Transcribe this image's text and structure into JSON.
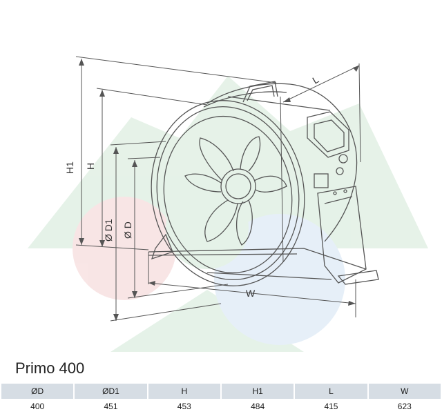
{
  "drawing": {
    "dimension_labels": {
      "h1": "H1",
      "h": "H",
      "d1": "Ø D1",
      "d": "Ø D",
      "l": "L",
      "w": "W"
    }
  },
  "model_title": "Primo 400",
  "specs": {
    "headers": [
      "ØD",
      "ØD1",
      "H",
      "H1",
      "L",
      "W"
    ],
    "values": [
      "400",
      "451",
      "453",
      "484",
      "415",
      "623"
    ]
  },
  "colors": {
    "line": "#555555",
    "watermark_green": "#e3f1e6",
    "watermark_red": "#f8e3e3",
    "watermark_blue": "#e4eef8",
    "header_bg": "#d6dde4"
  }
}
